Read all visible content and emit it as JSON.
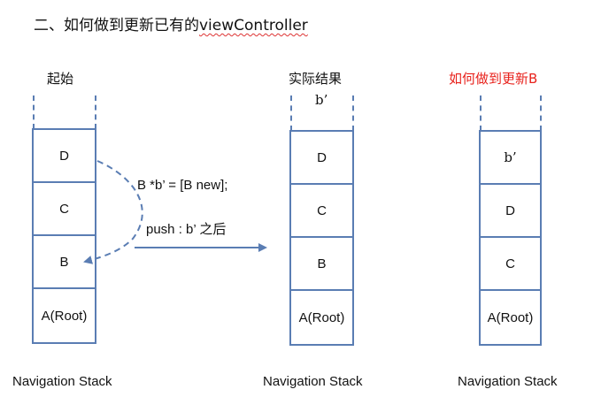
{
  "title": {
    "prefix": "二、如何做到更新已有的",
    "word": "viewController"
  },
  "stacks": [
    {
      "heading": "起始",
      "cells": [
        "D",
        "C",
        "B",
        "A(Root)"
      ],
      "footer": "Navigation Stack"
    },
    {
      "heading": "实际结果",
      "top_label": "b’",
      "cells": [
        "D",
        "C",
        "B",
        "A(Root)"
      ],
      "footer": "Navigation Stack"
    },
    {
      "heading": "如何做到更新B",
      "cells": [
        "b’",
        "D",
        "C",
        "A(Root)"
      ],
      "footer": "Navigation Stack"
    }
  ],
  "annotations": {
    "code": "B  *b’ = [B new];",
    "push": "push : b’  之后"
  },
  "colors": {
    "stack_border": "#5a7db3",
    "highlight_heading": "#e8221c"
  }
}
